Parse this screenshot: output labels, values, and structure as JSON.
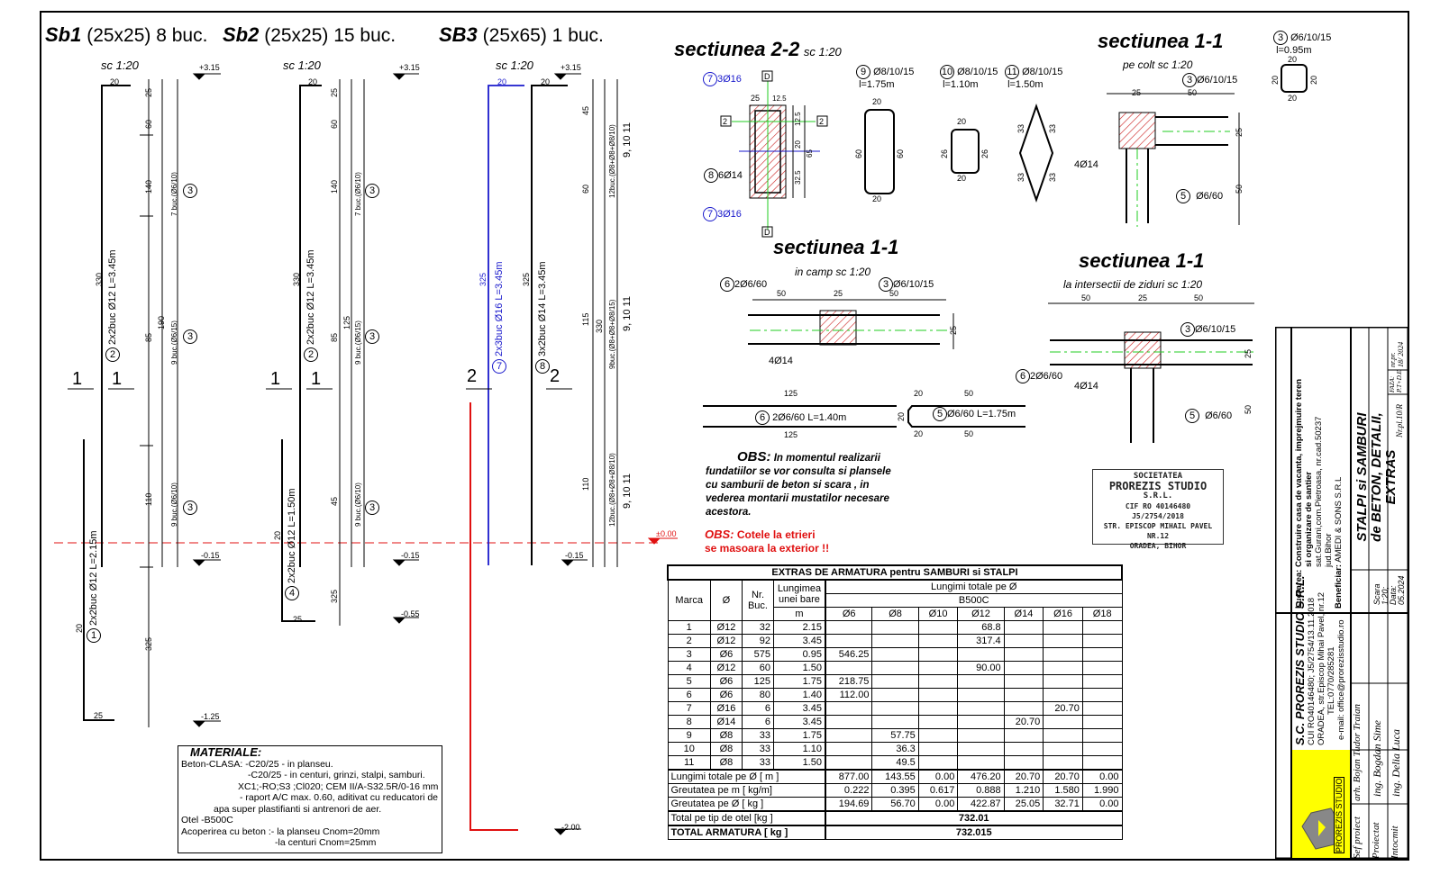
{
  "columns": {
    "sb1": {
      "name": "Sb1",
      "spec": "(25x25) 8 buc.",
      "scale": "sc 1:20",
      "levels": [
        "+3.15",
        "-0.15",
        "-1.25"
      ],
      "dims": [
        "20",
        "25",
        "60",
        "140",
        "85",
        "110",
        "325",
        "330",
        "190",
        "25",
        "20"
      ],
      "bar2": "2x2buc Ø12   L=3.45m",
      "bar2_mark": "2",
      "bar1": "2x2buc Ø12   L=2.15m",
      "bar1_mark": "1",
      "stirrups": [
        "7 buc.(Ø6/10)",
        "9 buc.(Ø6/15)",
        "9 buc.(Ø6/10)"
      ],
      "stirrup_mark": "3",
      "section_mark": "1"
    },
    "sb2": {
      "name": "Sb2",
      "spec": "(25x25) 15 buc.",
      "scale": "sc 1:20",
      "levels": [
        "+3.15",
        "-0.15",
        "-0.55"
      ],
      "dims": [
        "20",
        "25",
        "60",
        "140",
        "85",
        "45",
        "325",
        "330",
        "125",
        "25",
        "20"
      ],
      "bar2": "2x2buc Ø12   L=3.45m",
      "bar2_mark": "2",
      "bar4": "2x2buc Ø12   L=1.50m",
      "bar4_mark": "4",
      "stirrups": [
        "7 buc.(Ø6/10)",
        "9 buc.(Ø6/15)",
        "9 buc.(Ø6/10)"
      ],
      "stirrup_mark": "3",
      "section_mark": "1"
    },
    "sb3": {
      "name": "SB3",
      "spec": "(25x65) 1 buc.",
      "scale": "sc 1:20",
      "levels": [
        "+3.15",
        "-0.15",
        "±0.00",
        "-2.00"
      ],
      "dims": [
        "20",
        "20",
        "45",
        "60",
        "115",
        "110",
        "325",
        "325",
        "330"
      ],
      "bar7": "2x3buc Ø16   L=3.45m",
      "bar7_mark": "7",
      "bar8": "3x2buc Ø14   L=3.45m",
      "bar8_mark": "8",
      "stirrups": [
        "12buc.(Ø8+Ø8+Ø8/10)",
        "9buc.(Ø8+Ø8+Ø8/15)",
        "12buc.(Ø8+Ø8+Ø8/10)"
      ],
      "stirrup_marks": [
        "9,",
        "10",
        "11"
      ],
      "section_mark": "2"
    }
  },
  "sections": {
    "s22": {
      "title": "sectiunea 2-2",
      "scale": "sc 1:20",
      "label_top": "3Ø16",
      "label_bot": "3Ø16",
      "mark7": "7",
      "label_mid": "6Ø14",
      "mark8": "8",
      "dims": [
        "25",
        "12.5",
        "12.5",
        "12.5",
        "20",
        "32.5",
        "65"
      ],
      "cut": "2",
      "d": "D"
    },
    "stirrups": [
      {
        "mark": "9",
        "spec": "Ø8/10/15",
        "len": "l=1.75m",
        "dims": [
          "20",
          "60",
          "60",
          "20"
        ]
      },
      {
        "mark": "10",
        "spec": "Ø8/10/15",
        "len": "l=1.10m",
        "dims": [
          "20",
          "26",
          "26",
          "20"
        ]
      },
      {
        "mark": "11",
        "spec": "Ø8/10/15",
        "len": "l=1.50m",
        "dims": [
          "33",
          "33",
          "33",
          "33"
        ]
      },
      {
        "mark": "3",
        "spec": "Ø6/10/15",
        "len": "l=0.95m",
        "dims": [
          "20",
          "20",
          "20",
          "20"
        ]
      }
    ],
    "s11_colt": {
      "title": "sectiunea 1-1",
      "subtitle": "pe colt sc 1:20",
      "labels": [
        "Ø6/10/15",
        "4Ø14",
        "Ø6/60"
      ],
      "marks": [
        "3",
        "5"
      ],
      "dims": [
        "25",
        "50",
        "25",
        "50"
      ]
    },
    "s11_camp": {
      "title": "sectiunea 1-1",
      "subtitle": "in camp sc 1:20",
      "labels": [
        "2Ø6/60",
        "Ø6/10/15",
        "4Ø14"
      ],
      "marks": [
        "6",
        "3"
      ],
      "dims": [
        "50",
        "25",
        "50",
        "25"
      ]
    },
    "s11_inters": {
      "title": "sectiunea 1-1",
      "subtitle": "la intersectii de ziduri sc 1:20",
      "labels": [
        "Ø6/10/15",
        "2Ø6/60",
        "4Ø14",
        "Ø6/60"
      ],
      "marks": [
        "3",
        "6",
        "5"
      ],
      "dims": [
        "50",
        "25",
        "50",
        "25",
        "50"
      ]
    },
    "bar6": {
      "mark": "6",
      "text": "2Ø6/60   L=1.40m",
      "dims": [
        "125",
        "125"
      ]
    },
    "bar5": {
      "mark": "5",
      "text": "Ø6/60   L=1.75m",
      "dims": [
        "20",
        "50",
        "20",
        "20",
        "50"
      ]
    }
  },
  "notes": {
    "obs1_label": "OBS:",
    "obs1_text": [
      "In momentul realizarii",
      "fundatiilor se vor consulta si plansele",
      "cu samburii de beton si scara , in",
      "vederea montarii mustatilor necesare",
      "acestora."
    ],
    "obs2_label": "OBS:",
    "obs2_text": [
      "Cotele la etrieri",
      "se masoara la exterior !!"
    ]
  },
  "stamp": {
    "lines": [
      "SOCIETATEA",
      "PROREZIS STUDIO",
      "S.R.L.",
      "CIF RO 40146480",
      "J5/2754/2018",
      "STR. EPISCOP MIHAIL PAVEL NR.12",
      "ORADEA, BIHOR"
    ]
  },
  "materials": {
    "title": "MATERIALE:",
    "lines": [
      "Beton-CLASA:  -C20/25 - in planseu.",
      "-C20/25 - in centuri, grinzi, stalpi, samburi.",
      "XC1;-RO;S3 ;Cl020; CEM II/A-S32.5R/0-16 mm",
      "- raport A/C max. 0.60, aditivat cu reducatori de",
      "apa super plastifianti si antrenori de aer.",
      "Otel -B500C",
      "Acoperirea cu beton :- la planseu    Cnom=20mm",
      "-la centuri    Cnom=25mm"
    ]
  },
  "table": {
    "title": "EXTRAS DE ARMATURA pentru SAMBURI si STALPI",
    "headers": {
      "marca": "Marca",
      "diam": "Ø",
      "nr": "Nr. Buc.",
      "len": "Lungimea unei bare",
      "len_unit": "m",
      "totals": "Lungimi totale pe Ø",
      "steel": "B500C",
      "diams": [
        "Ø6",
        "Ø8",
        "Ø10",
        "Ø12",
        "Ø14",
        "Ø16",
        "Ø18"
      ]
    },
    "rows": [
      [
        "1",
        "Ø12",
        "32",
        "2.15",
        "",
        "",
        "",
        "68.8",
        "",
        "",
        ""
      ],
      [
        "2",
        "Ø12",
        "92",
        "3.45",
        "",
        "",
        "",
        "317.4",
        "",
        "",
        ""
      ],
      [
        "3",
        "Ø6",
        "575",
        "0.95",
        "546.25",
        "",
        "",
        "",
        "",
        "",
        ""
      ],
      [
        "4",
        "Ø12",
        "60",
        "1.50",
        "",
        "",
        "",
        "90.00",
        "",
        "",
        ""
      ],
      [
        "5",
        "Ø6",
        "125",
        "1.75",
        "218.75",
        "",
        "",
        "",
        "",
        "",
        ""
      ],
      [
        "6",
        "Ø6",
        "80",
        "1.40",
        "112.00",
        "",
        "",
        "",
        "",
        "",
        ""
      ],
      [
        "7",
        "Ø16",
        "6",
        "3.45",
        "",
        "",
        "",
        "",
        "",
        "20.70",
        ""
      ],
      [
        "8",
        "Ø14",
        "6",
        "3.45",
        "",
        "",
        "",
        "",
        "20.70",
        "",
        ""
      ],
      [
        "9",
        "Ø8",
        "33",
        "1.75",
        "",
        "57.75",
        "",
        "",
        "",
        "",
        ""
      ],
      [
        "10",
        "Ø8",
        "33",
        "1.10",
        "",
        "36.3",
        "",
        "",
        "",
        "",
        ""
      ],
      [
        "11",
        "Ø8",
        "33",
        "1.50",
        "",
        "49.5",
        "",
        "",
        "",
        "",
        ""
      ]
    ],
    "summary": [
      {
        "label": "Lungimi totale pe Ø [ m ]",
        "values": [
          "877.00",
          "143.55",
          "0.00",
          "476.20",
          "20.70",
          "20.70",
          "0.00"
        ]
      },
      {
        "label": "Greutatea pe m [ kg/m]",
        "values": [
          "0.222",
          "0.395",
          "0.617",
          "0.888",
          "1.210",
          "1.580",
          "1.990"
        ]
      },
      {
        "label": "Greutatea pe Ø [ kg ]",
        "values": [
          "194.69",
          "56.70",
          "0.00",
          "422.87",
          "25.05",
          "32.71",
          "0.00"
        ]
      }
    ],
    "total_type_label": "Total pe tip de otel [kg ]",
    "total_type_value": "732.01",
    "total_label": "TOTAL ARMATURA [ kg ]",
    "total_value": "732.015"
  },
  "title_block": {
    "company": "S.C. PROREZIS STUDIO S.R.L.",
    "company_lines": [
      "CUI RO40146480; J5/2754/13.11.2018",
      "ORADEA, str.Episcop Mihai Pavel, nr.12",
      "TEL:0770/285281",
      "e-mail: office@prorezisstudio.ro"
    ],
    "logo_text": "PROREZIS STUDIO",
    "lucrarea_label": "Lucrarea:",
    "lucrarea": [
      "Construire casa de vacanta, imprejmuire teren",
      "si organizare de santier",
      "sat.Gurani,com.Pietroasa, nr.cad.50237",
      "jud.Bihor"
    ],
    "beneficiar_label": "Beneficiar:",
    "beneficiar": "AMEDI & SONS S.R.L",
    "roles": [
      {
        "role": "Sef proiect",
        "name": "arh. Bojan Tudor Traian"
      },
      {
        "role": "Proiectat",
        "name": "ing. Bogdan Sime"
      },
      {
        "role": "Intocmit",
        "name": "ing. Delia Luca"
      }
    ],
    "scale": [
      "Scara",
      "1:20;",
      "Data:",
      "05.2024"
    ],
    "drawing_title": [
      "STALPI si SAMBURI",
      "de BETON, DETALII,",
      "EXTRAS"
    ],
    "project_no": [
      "nr.pr.",
      "18/ 2024"
    ],
    "phase": [
      "FAZA:",
      "P.T+D.E"
    ],
    "sheet_no": "Nr.pl.10/R"
  },
  "colors": {
    "blue": "#1a1acc",
    "red": "#e01010",
    "green": "#22cc22",
    "hatch": "#cc2222",
    "yellow": "#ffff00"
  }
}
